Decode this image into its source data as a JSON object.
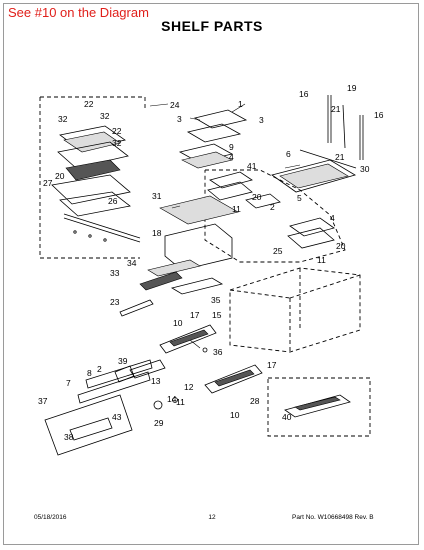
{
  "header": {
    "diagram_note": "See #10 on the Diagram",
    "title": "SHELF PARTS"
  },
  "callouts": [
    "22",
    "32",
    "32",
    "22",
    "32",
    "27",
    "20",
    "26",
    "24",
    "3",
    "1",
    "3",
    "9",
    "4",
    "16",
    "19",
    "21",
    "16",
    "21",
    "6",
    "30",
    "41",
    "31",
    "20",
    "2",
    "11",
    "5",
    "4",
    "20",
    "18",
    "25",
    "11",
    "34",
    "33",
    "35",
    "23",
    "10",
    "17",
    "15",
    "39",
    "36",
    "13",
    "12",
    "17",
    "14",
    "7",
    "8",
    "2",
    "43",
    "37",
    "38",
    "29",
    "11",
    "28",
    "10",
    "40"
  ],
  "footer": {
    "date": "05/18/2016",
    "page": "12",
    "part_no": "Part No. W10668498  Rev. B"
  },
  "colors": {
    "note": "#e0201b",
    "ink": "#000000"
  }
}
